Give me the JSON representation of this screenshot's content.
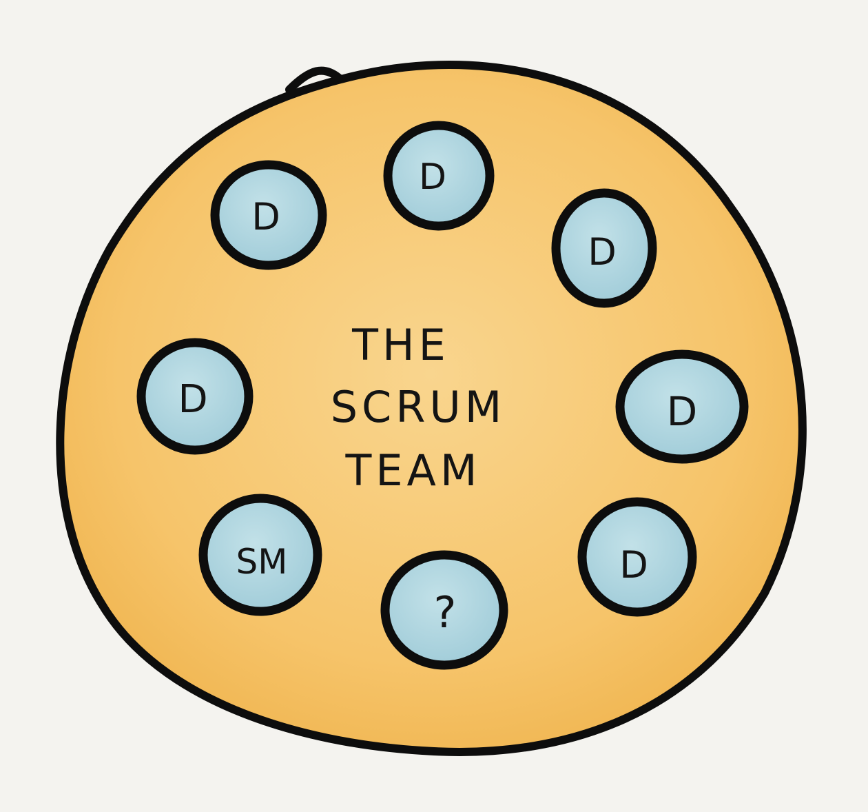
{
  "diagram": {
    "title_lines": [
      "THE",
      "SCRUM",
      "TEAM"
    ],
    "members": [
      {
        "id": "top",
        "label": "D"
      },
      {
        "id": "upper-left",
        "label": "D"
      },
      {
        "id": "upper-right",
        "label": "D"
      },
      {
        "id": "middle-left",
        "label": "D"
      },
      {
        "id": "middle-right",
        "label": "D"
      },
      {
        "id": "lower-left",
        "label": "SM"
      },
      {
        "id": "bottom",
        "label": "?"
      },
      {
        "id": "lower-right",
        "label": "D"
      }
    ],
    "colors": {
      "team_fill": "#f6c46a",
      "team_fill_light": "#f9d58e",
      "member_fill": "#a9d1dc",
      "member_fill_light": "#bfe0e7",
      "outline": "#0d0d0d",
      "background": "#f4f3ef"
    }
  }
}
